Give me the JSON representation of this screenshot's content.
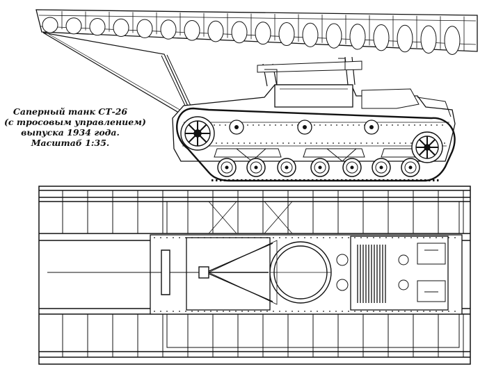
{
  "caption": {
    "line1": "Саперный танк СТ-26",
    "line2": "(с тросовым управлением)",
    "line3": "выпуска 1934 года.",
    "line4": "Масштаб 1:35."
  },
  "colors": {
    "ink": "#111111",
    "paper": "#ffffff"
  }
}
